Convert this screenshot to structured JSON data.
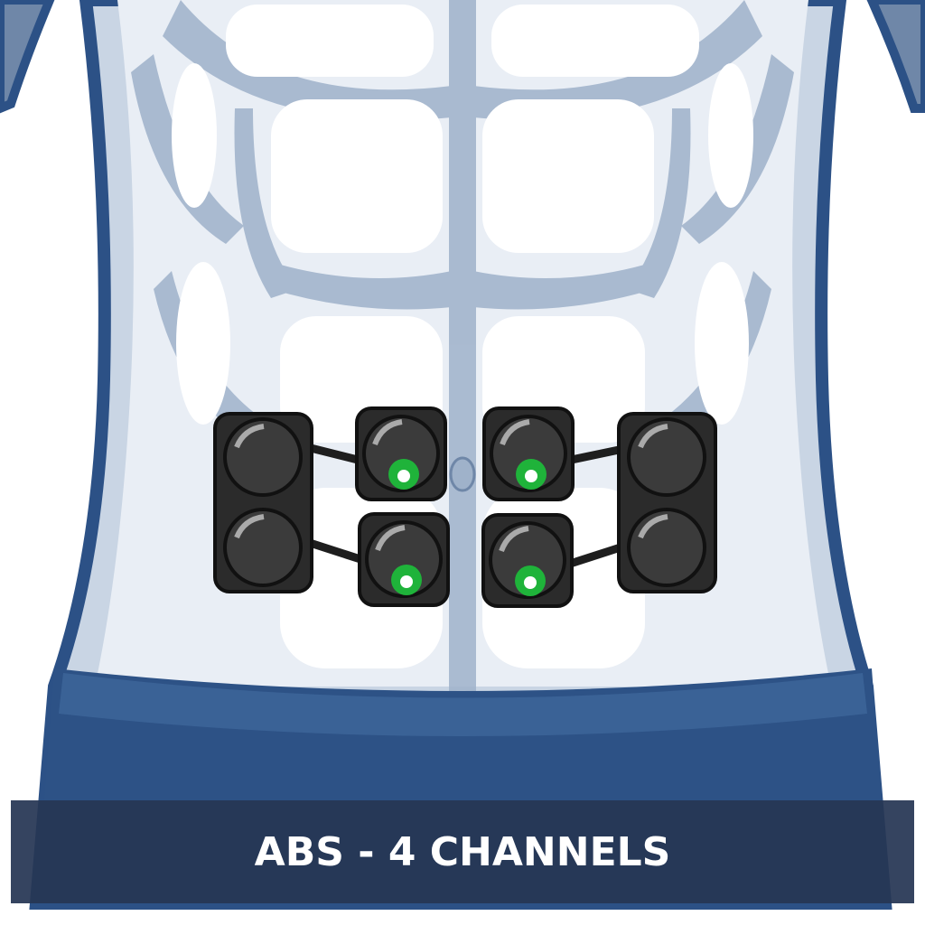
{
  "caption": "ABS - 4 CHANNELS",
  "colors": {
    "body_outline": "#2c5186",
    "skin": "#e9eef5",
    "muscle_shadow": "#9fb2ca",
    "shorts": "#2d5286",
    "pad": "#2b2b2b",
    "indicator": "#1fb33a",
    "banner": "#263654"
  },
  "electrodes": {
    "large_pads": 2,
    "small_pads": 4,
    "channels": 4
  }
}
